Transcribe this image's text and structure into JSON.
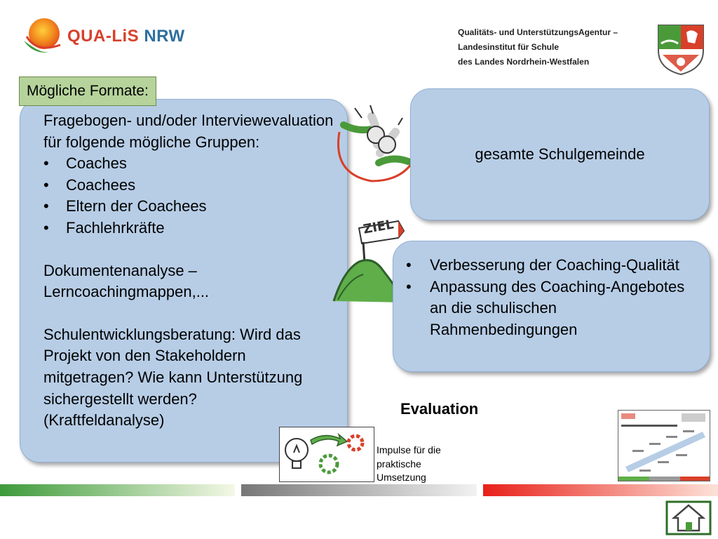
{
  "header": {
    "logo_text_prefix": "QUA-LiS ",
    "logo_text_suffix": "NRW",
    "agency_line1": "Qualitäts- und UnterstützungsAgentur –",
    "agency_line2": "Landesinstitut für Schule",
    "agency_line3": "des Landes Nordrhein-Westfalen"
  },
  "formats_label": "Mögliche Formate:",
  "left_panel": {
    "intro": "Fragebogen- und/oder Interviewevaluation für folgende mögliche Gruppen:",
    "groups": [
      "Coaches",
      "Coachees",
      "Eltern der Coachees",
      "Fachlehrkräfte"
    ],
    "document_analysis": "Dokumentenanalyse – Lerncoachingmappen,...",
    "consulting": "Schulentwicklungsberatung: Wird das Projekt von den Stakeholdern mitgetragen? Wie kann Unterstützung sichergestellt werden? (Kraftfeldanalyse)"
  },
  "right_top": {
    "text": "gesamte Schulgemeinde"
  },
  "right_mid": {
    "goals": [
      "Verbesserung der Coaching-Qualität",
      "Anpassung des Coaching-Angebotes an die schulischen Rahmenbedingungen"
    ]
  },
  "goal_sign": "ZIEL",
  "evaluation_title": "Evaluation",
  "impulse_text": [
    "Impulse für die",
    "praktische",
    "Umsetzung"
  ],
  "colors": {
    "panel": "#b7cde6",
    "tag": "#b5d39b",
    "accent_red": "#d8402a",
    "green": "#4a9a3a"
  },
  "icons": [
    "qualis-logo-icon",
    "nrw-coat-of-arms-icon",
    "teamwork-hands-icon",
    "goal-mountain-icon",
    "idea-gears-icon",
    "home-icon"
  ]
}
